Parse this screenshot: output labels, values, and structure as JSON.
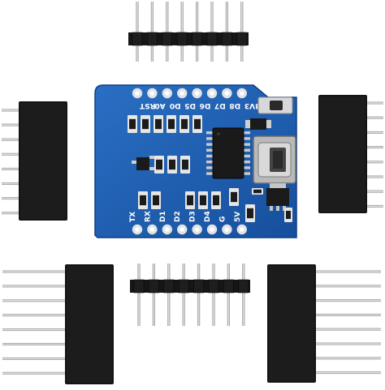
{
  "image": {
    "subject": "D1 mini board with pin headers",
    "board_color": "#1d5fb4",
    "header_color": "#151515",
    "pin_color": "#c8c8c8"
  },
  "board": {
    "top_pins": [
      "RST",
      "A0",
      "D0",
      "D5",
      "D6",
      "D7",
      "D8",
      "3V3"
    ],
    "bottom_pins": [
      "TX",
      "RX",
      "D1",
      "D2",
      "D3",
      "D4",
      "G",
      "5V"
    ]
  }
}
